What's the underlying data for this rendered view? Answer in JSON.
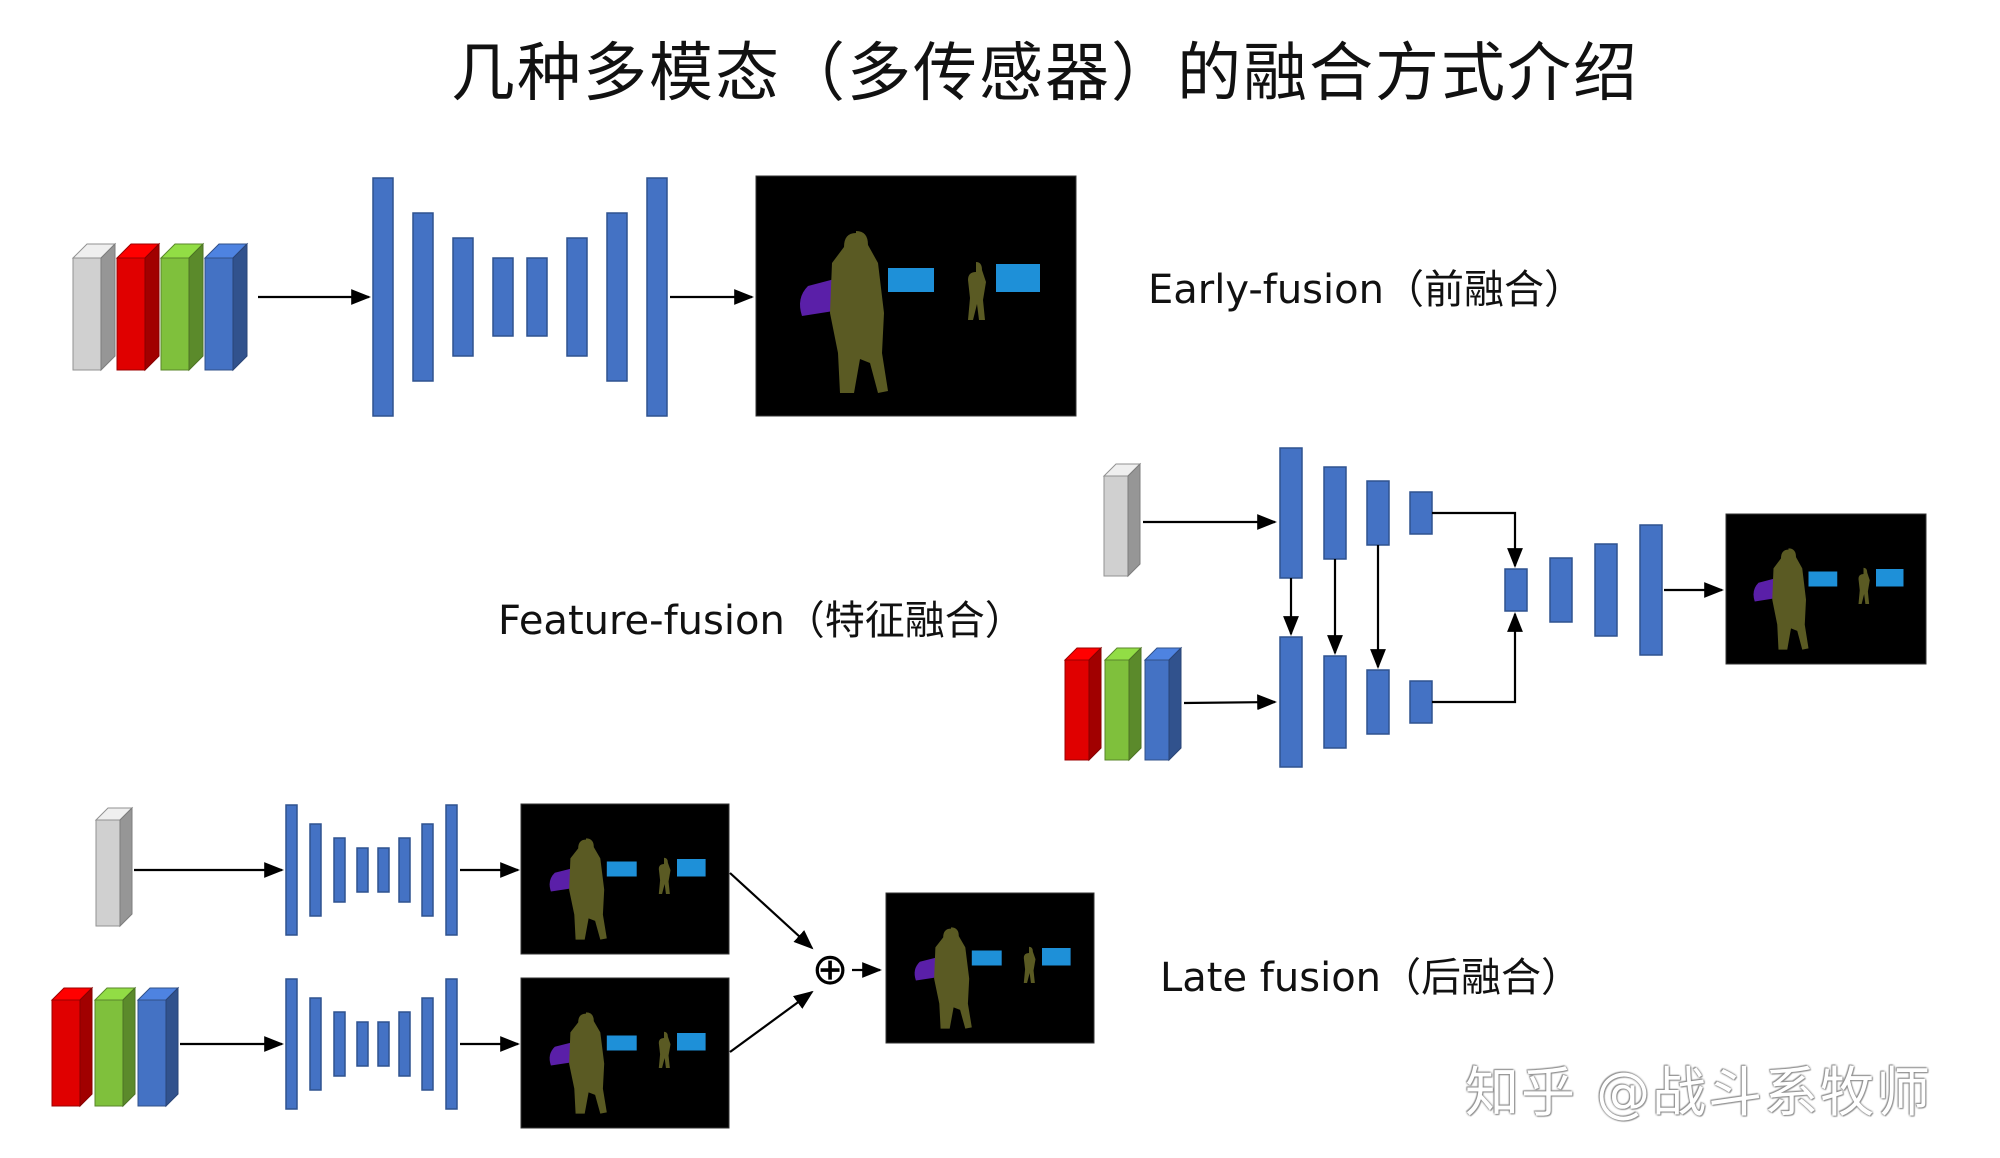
{
  "title": "几种多模态（多传感器）的融合方式介绍",
  "sections": {
    "early": {
      "label": "Early-fusion（前融合）"
    },
    "feature": {
      "label": "Feature-fusion（特征融合）"
    },
    "late": {
      "label": "Late fusion（后融合）"
    }
  },
  "fusion_operator": "⊕",
  "watermark": "知乎 @战斗系牧师",
  "colors": {
    "layer_blue": "#4472c4",
    "input_gray": "#d0d0d0",
    "input_red": "#e00000",
    "input_green": "#7fc03c",
    "input_blue": "#4472c4",
    "seg_background": "#000000",
    "seg_person": "#5a5a23",
    "seg_purple": "#5a1fa8",
    "seg_cyan": "#1e90d8"
  }
}
